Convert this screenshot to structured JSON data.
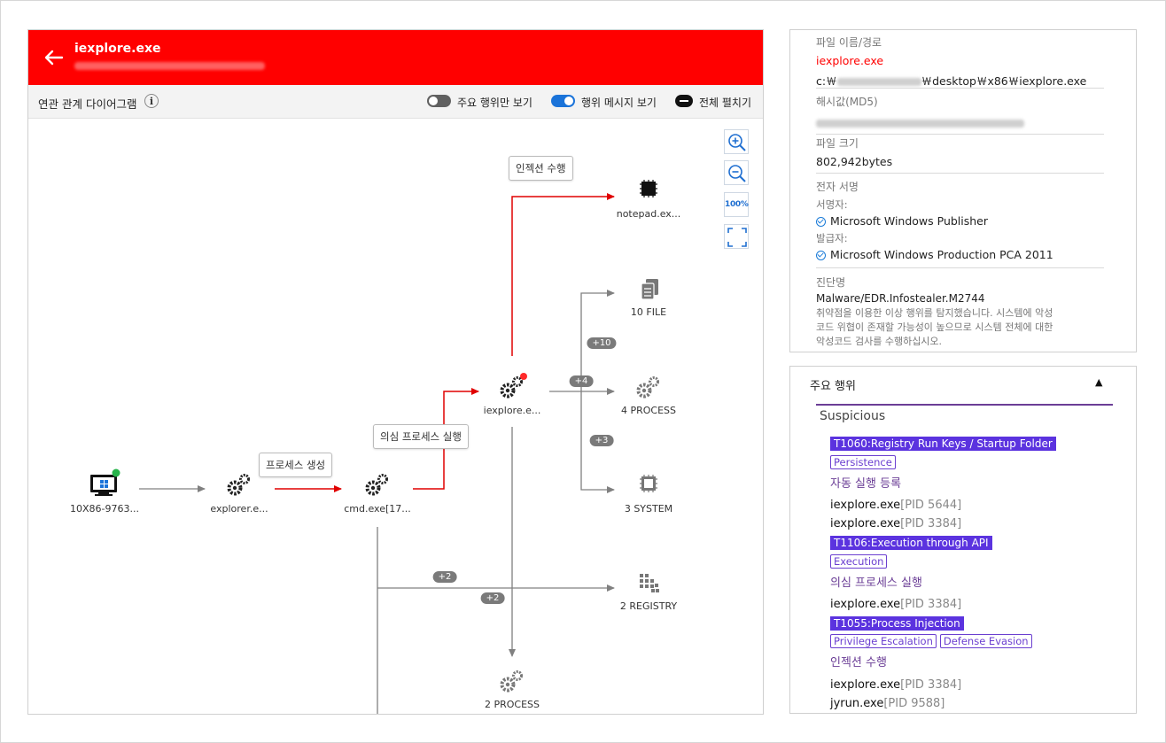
{
  "header": {
    "title": "iexplore.exe"
  },
  "toolbar": {
    "title": "연관 관계 다이어그램",
    "info": "i",
    "toggle_main_only": "주요 행위만 보기",
    "toggle_messages": "행위 메시지 보기",
    "toggle_expand_all": "전체 펼치기"
  },
  "zoom": {
    "reset_label": "100%"
  },
  "graph": {
    "nodes": {
      "host": "10X86-9763...",
      "explorer": "explorer.e...",
      "cmd": "cmd.exe[17...",
      "iexplore": "iexplore.e...",
      "notepad": "notepad.ex...",
      "file": "10 FILE",
      "process4": "4 PROCESS",
      "system": "3 SYSTEM",
      "registry": "2 REGISTRY",
      "process2": "2 PROCESS"
    },
    "bubbles": {
      "process_create": "프로세스 생성",
      "suspicious_exec": "의심 프로세스 실행",
      "injection": "인젝션 수행"
    },
    "badges": {
      "file": "+10",
      "process": "+4",
      "system": "+3",
      "registry": "+2",
      "process2": "+2"
    }
  },
  "file_info": {
    "name_label": "파일 이름/경로",
    "name_value": "iexplore.exe",
    "path_prefix": "c:￦",
    "path_suffix": "￦desktop￦x86￦iexplore.exe",
    "hash_label": "해시값(MD5)",
    "size_label": "파일 크기",
    "size_value": "802,942bytes",
    "sig_label": "전자 서명",
    "signer_label": "서명자:",
    "signer_value": "Microsoft Windows Publisher",
    "issuer_label": "발급자:",
    "issuer_value": "Microsoft Windows Production PCA 2011",
    "diag_label": "진단명",
    "diag_value": "Malware/EDR.Infostealer.M2744",
    "diag_desc_1": "취약점을 이용한 이상 행위를 탐지했습니다. 시스템에 악성",
    "diag_desc_2": "코드 위협이 존재할 가능성이 높으므로 시스템 전체에 대한",
    "diag_desc_3": "악성코드 검사를 수행하십시오."
  },
  "behaviors": {
    "title": "주요 행위",
    "caret": "▲",
    "section": "Suspicious",
    "t1060": "T1060:Registry Run Keys / Startup Folder",
    "t1060_tactic": "Persistence",
    "t1060_cat": "자동 실행 등록",
    "t1060_p1": "iexplore.exe",
    "t1060_p1_pid": "[PID 5644]",
    "t1060_p2": "iexplore.exe",
    "t1060_p2_pid": "[PID 3384]",
    "t1106": "T1106:Execution through API",
    "t1106_tactic": "Execution",
    "t1106_cat": "의심 프로세스 실행",
    "t1106_p1": "iexplore.exe",
    "t1106_p1_pid": "[PID 3384]",
    "t1055": "T1055:Process Injection",
    "t1055_tactic_1": "Privilege Escalation",
    "t1055_tactic_2": "Defense Evasion",
    "t1055_cat": "인젝션 수행",
    "t1055_p1": "iexplore.exe",
    "t1055_p1_pid": "[PID 3384]",
    "t1055_p2": "jyrun.exe",
    "t1055_p2_pid": "[PID 9588]"
  },
  "colors": {
    "header_red": "#ff0000",
    "toggle_blue": "#1a73d9",
    "technique_purple": "#5b33df",
    "category_purple": "#6b3e96",
    "edge_red": "#e00000",
    "edge_gray": "#808080"
  }
}
